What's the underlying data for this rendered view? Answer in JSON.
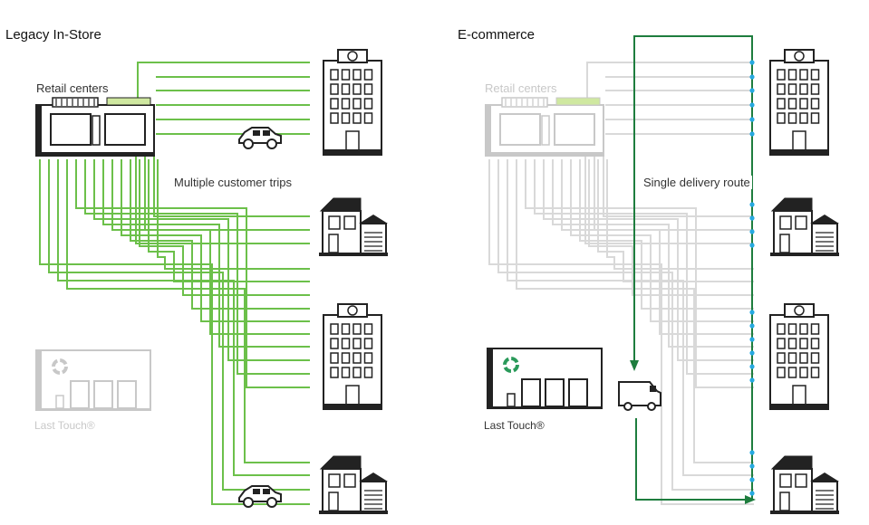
{
  "left_panel": {
    "title": "Legacy In-Store",
    "retail_label": "Retail centers",
    "trips_label": "Multiple customer trips",
    "lasttouch_label": "Last Touch®"
  },
  "right_panel": {
    "title": "E-commerce",
    "retail_label": "Retail centers",
    "route_label": "Single delivery route",
    "lasttouch_label": "Last Touch®"
  },
  "colors": {
    "trip_line": "#6cc04a",
    "route_line": "#1e7d3e",
    "faded_line": "#d9d9d9",
    "dot": "#27a9e1",
    "ink": "#222222"
  },
  "icons": [
    "storefront-icon",
    "car-icon",
    "apartment-icon",
    "house-icon",
    "warehouse-icon",
    "delivery-van-icon"
  ]
}
